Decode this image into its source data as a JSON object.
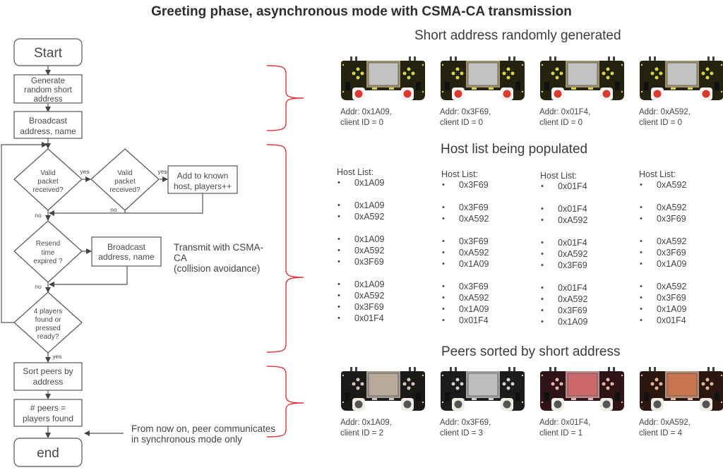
{
  "title": "Greeting phase, asynchronous mode with CSMA-CA transmission",
  "flowchart": {
    "start": "Start",
    "generate": [
      "Generate",
      "random short",
      "address"
    ],
    "broadcast1": [
      "Broadcast",
      "address, name"
    ],
    "decision1": [
      "Valid",
      "packet",
      "received?"
    ],
    "decision2": [
      "Valid",
      "packet",
      "received?"
    ],
    "add_known": [
      "Add to known",
      "host, players++"
    ],
    "decision3": [
      "Resend",
      "time",
      "expired ?"
    ],
    "broadcast2": [
      "Broadcast",
      "address, name"
    ],
    "decision4": [
      "4 players",
      "found or",
      "pressed",
      "ready?"
    ],
    "sort": [
      "Sort peers by",
      "address"
    ],
    "peers": [
      "# peers =",
      "players found"
    ],
    "end": "end",
    "labels": {
      "yes": "yes",
      "no": "no"
    }
  },
  "notes": {
    "csma": [
      "Transmit with CSMA-",
      "CA",
      "(collision avoidance)"
    ],
    "sync": [
      "From now on, peer communicates",
      "in synchronous mode only"
    ]
  },
  "sections": {
    "random": "Short address randomly generated",
    "hostlist": "Host list being populated",
    "sorted": "Peers sorted by short address"
  },
  "colors": {
    "brace": "#e0303a",
    "board_yellow": "#2a2a14",
    "button_red": "#d93a2e"
  },
  "devices_initial": [
    {
      "addr": "Addr: 0x1A09,",
      "client": "client ID = 0"
    },
    {
      "addr": "Addr: 0x3F69,",
      "client": "client ID = 0"
    },
    {
      "addr": "Addr: 0x01F4,",
      "client": "client ID = 0"
    },
    {
      "addr": "Addr: 0xA592,",
      "client": "client ID = 0"
    }
  ],
  "host_lists": [
    {
      "header": "Host List:",
      "groups": [
        [
          "0x1A09"
        ],
        [
          "0x1A09",
          "0xA592"
        ],
        [
          "0x1A09",
          "0xA592",
          "0x3F69"
        ],
        [
          "0x1A09",
          "0xA592",
          "0x3F69",
          "0x01F4"
        ]
      ]
    },
    {
      "header": "Host List:",
      "groups": [
        [
          "0x3F69"
        ],
        [
          "0x3F69",
          "0xA592"
        ],
        [
          "0x3F69",
          "0xA592",
          "0x1A09"
        ],
        [
          "0x3F69",
          "0xA592",
          "0x1A09",
          "0x01F4"
        ]
      ]
    },
    {
      "header": "Host List:",
      "groups": [
        [
          "0x01F4"
        ],
        [
          "0x01F4",
          "0xA592"
        ],
        [
          "0x01F4",
          "0xA592",
          "0x3F69"
        ],
        [
          "0x01F4",
          "0xA592",
          "0x3F69",
          "0x1A09"
        ]
      ]
    },
    {
      "header": "Host List:",
      "groups": [
        [
          "0xA592"
        ],
        [
          "0xA592",
          "0x3F69"
        ],
        [
          "0xA592",
          "0x3F69",
          "0x1A09"
        ],
        [
          "0xA592",
          "0x3F69",
          "0x1A09",
          "0x01F4"
        ]
      ]
    }
  ],
  "devices_sorted": [
    {
      "addr": "Addr: 0x1A09,",
      "client": "client ID = 2",
      "tint": "#b8a998",
      "board": "#1c1a18",
      "accent": "#cfc6b8"
    },
    {
      "addr": "Addr: 0x3F69,",
      "client": "client ID = 3",
      "tint": "#bdbdbd",
      "board": "#1c1c1c",
      "accent": "#d0d0d0"
    },
    {
      "addr": "Addr: 0x01F4,",
      "client": "client ID = 1",
      "tint": "#c9676a",
      "board": "#2e1416",
      "accent": "#e8b2b0"
    },
    {
      "addr": "Addr: 0xA592,",
      "client": "client ID = 4",
      "tint": "#c97650",
      "board": "#2c1710",
      "accent": "#e5b89c"
    }
  ]
}
